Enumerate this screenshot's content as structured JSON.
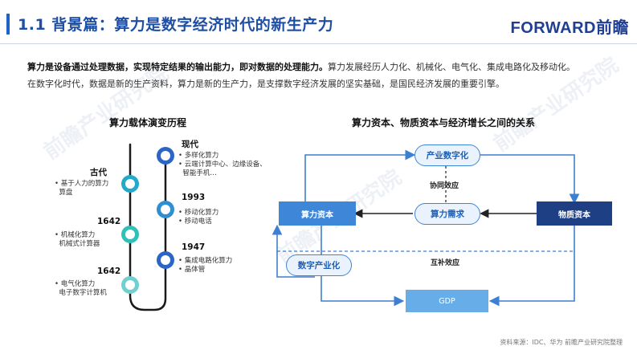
{
  "header": {
    "title": "1.1  背景篇：算力是数字经济时代的新生产力",
    "logo": "FORWARD前瞻"
  },
  "intro": {
    "bold": "算力是设备通过处理数据，实现特定结果的输出能力，即对数据的处理能力。",
    "rest": "算力发展经历人力化、机械化、电气化、集成电路化及移动化。",
    "line2": "在数字化时代，数据是新的生产资料，算力是新的生产力，是支撑数字经济发展的坚实基础，是国民经济发展的重要引擎。"
  },
  "timeline": {
    "title": "算力载体演变历程",
    "left": [
      {
        "era": "古代",
        "items": [
          "基于人力的算力",
          "算盘"
        ]
      },
      {
        "era": "1642",
        "items": [
          "机械化算力",
          "机械式计算器"
        ]
      },
      {
        "era": "1642",
        "items": [
          "电气化算力",
          "电子数字计算机"
        ]
      }
    ],
    "right": [
      {
        "era": "现代",
        "items": [
          "多样化算力",
          "云端计算中心、边缘设备、",
          "智能手机…"
        ]
      },
      {
        "era": "1993",
        "items": [
          "移动化算力",
          "移动电话"
        ]
      },
      {
        "era": "1947",
        "items": [
          "集成电路化算力",
          "晶体管"
        ]
      }
    ],
    "colors": [
      "#2b65c6",
      "#23a9c9",
      "#2fc0b7",
      "#2f8fd0",
      "#2b65c6",
      "#6fd0cf"
    ]
  },
  "diagram": {
    "title": "算力资本、物质资本与经济增长之间的关系",
    "pill_top": "产业数字化",
    "pill_mid": "算力需求",
    "pill_left": "数字产业化",
    "label_synergy": "协同效应",
    "label_complement": "互补效应",
    "box_left": "算力资本",
    "box_right": "物质资本",
    "box_bottom": "GDP"
  },
  "source": "资料来源：IDC、华为  前瞻产业研究院整理",
  "watermark": "前瞻产业研究院"
}
